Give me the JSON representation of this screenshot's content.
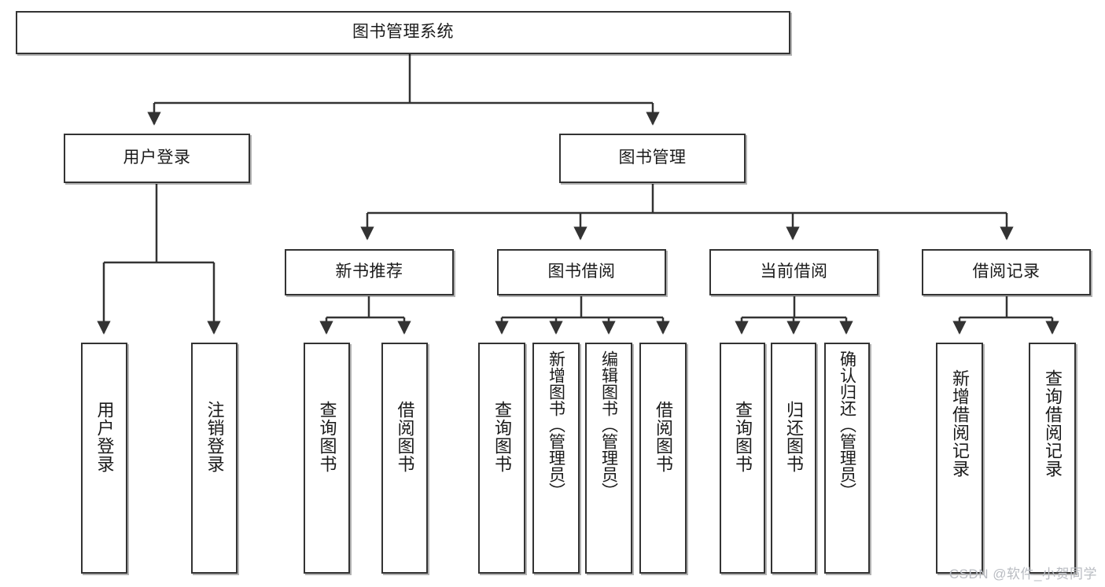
{
  "diagram": {
    "title": "图书管理系统",
    "type": "tree",
    "root": {
      "id": "root",
      "label": "图书管理系统"
    },
    "level2": [
      {
        "id": "user-login",
        "label": "用户登录"
      },
      {
        "id": "book-manage",
        "label": "图书管理"
      }
    ],
    "level3": [
      {
        "id": "new-book-rec",
        "label": "新书推荐",
        "parent": "book-manage"
      },
      {
        "id": "book-borrow",
        "label": "图书借阅",
        "parent": "book-manage"
      },
      {
        "id": "current-borrow",
        "label": "当前借阅",
        "parent": "book-manage"
      },
      {
        "id": "borrow-record",
        "label": "借阅记录",
        "parent": "book-manage"
      }
    ],
    "leaves": {
      "user_login": [
        {
          "id": "leaf-user-login",
          "label": "用户登录"
        },
        {
          "id": "leaf-logout",
          "label": "注销登录"
        }
      ],
      "new_book_rec": [
        {
          "id": "leaf-query-book-1",
          "label": "查询图书"
        },
        {
          "id": "leaf-borrow-book-1",
          "label": "借阅图书"
        }
      ],
      "book_borrow": [
        {
          "id": "leaf-query-book-2",
          "label": "查询图书"
        },
        {
          "id": "leaf-add-book",
          "label": "新增图书（管理员）"
        },
        {
          "id": "leaf-edit-book",
          "label": "编辑图书（管理员）"
        },
        {
          "id": "leaf-borrow-book-2",
          "label": "借阅图书"
        }
      ],
      "current_borrow": [
        {
          "id": "leaf-query-book-3",
          "label": "查询图书"
        },
        {
          "id": "leaf-return-book",
          "label": "归还图书"
        },
        {
          "id": "leaf-confirm-return",
          "label": "确认归还（管理员）"
        }
      ],
      "borrow_record": [
        {
          "id": "leaf-add-record",
          "label": "新增借阅记录"
        },
        {
          "id": "leaf-query-record",
          "label": "查询借阅记录"
        }
      ]
    }
  },
  "watermark": {
    "text": "CSDN @软件_小贺同学"
  },
  "colors": {
    "box_border": "#333333",
    "box_fill": "#ffffff",
    "edge": "#333333",
    "text": "#1a1a1a",
    "watermark": "#b9bcc2",
    "background": "#ffffff"
  }
}
